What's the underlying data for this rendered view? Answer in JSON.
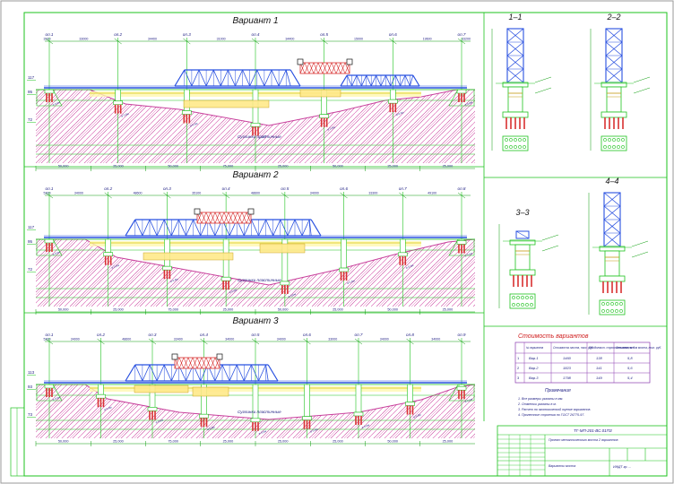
{
  "variants": [
    {
      "title": "Вариант 1",
      "supports": [
        "оп.1",
        "оп.2",
        "оп.3",
        "оп.4",
        "оп.5",
        "оп.6",
        "оп.7"
      ],
      "top_dims": [
        "3920",
        "33000",
        "34400",
        "31000",
        "34400",
        "15000",
        "19600",
        "33200"
      ],
      "bottom_dims": [
        "50,000",
        "25,000",
        "50,000",
        "75,000",
        "25,000",
        "50,000",
        "25,000",
        "25,000"
      ],
      "elev_left": [
        "117",
        "95",
        "72"
      ],
      "soil_label": "Суглинки пластичные"
    },
    {
      "title": "Вариант 2",
      "supports": [
        "оп.1",
        "оп.2",
        "оп.3",
        "оп.4",
        "оп.5",
        "оп.6",
        "оп.7",
        "оп.8"
      ],
      "top_dims": [
        "5300",
        "34000",
        "48600",
        "35100",
        "48600",
        "34000",
        "33300",
        "49100"
      ],
      "bottom_dims": [
        "50,000",
        "25,000",
        "75,000",
        "25,000",
        "50,000",
        "25,000",
        "50,000",
        "25,000"
      ],
      "elev_left": [
        "117",
        "95",
        "72"
      ],
      "soil_label": "Суглинки пластичные"
    },
    {
      "title": "Вариант 3",
      "supports": [
        "оп.1",
        "оп.2",
        "оп.3",
        "оп.4",
        "оп.5",
        "оп.6",
        "оп.7",
        "оп.8",
        "оп.9"
      ],
      "top_dims": [
        "5300",
        "34000",
        "48600",
        "33400",
        "34000",
        "34000",
        "33000",
        "34000",
        "34000"
      ],
      "bottom_dims": [
        "50,000",
        "25,000",
        "75,000",
        "25,000",
        "25,000",
        "25,000",
        "50,000",
        "25,000"
      ],
      "elev_left": [
        "113",
        "93",
        "73"
      ],
      "soil_label": "Суглинки пластичные"
    }
  ],
  "sections": [
    "1–1",
    "2–2",
    "3–3",
    "4–4"
  ],
  "cost_table": {
    "title": "Стоимость вариантов",
    "headers": [
      "№ варианта",
      "Стоимость моста, тыс. руб.",
      "Продолжит. строительства, мес.",
      "Стоимость 1 м моста, тыс. руб."
    ],
    "rows": [
      [
        "Вар.1",
        "1460",
        "138",
        "5,8"
      ],
      [
        "Вар.2",
        "1823",
        "141",
        "5,6"
      ],
      [
        "Вар.3",
        "1798",
        "149",
        "5,4"
      ]
    ]
  },
  "notes_title": "Примечания",
  "notes": [
    "1. Все размеры указаны в мм.",
    "2. Отметки указаны в м.",
    "3. Расчет по экономической оценке вариантов.",
    "4. Пролетные строения по ГОСТ 26775-97."
  ],
  "stamp": {
    "code": "ТГ-МП-201-ВС.01ПЗ",
    "project": "Проект металлического моста 2 вариантов",
    "sheet_title": "Варианты моста",
    "org": "ИЖДТ гр. ..."
  },
  "colors": {
    "line": "#1ec31e",
    "soil": "#c8409c",
    "truss": "#2850e0",
    "pier": "#d83030",
    "dim": "#0a9c0a",
    "water": "#e0d438",
    "text": "#1a1a80"
  }
}
